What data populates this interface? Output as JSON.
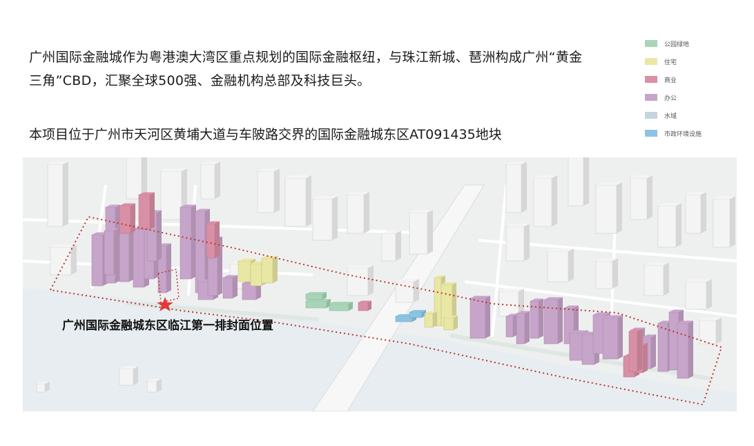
{
  "intro_text": "广州国际金融城作为粤港澳大湾区重点规划的国际金融枢纽，与珠江新城、琶洲构成广州“黄金三角”CBD，汇聚全球500强、金融机构总部及科技巨头。",
  "location_text": "本项目位于广州市天河区黄埔大道与车陂路交界的国际金融城东区AT091435地块",
  "legend": [
    {
      "label": "公园绿地",
      "color": "#a8d5b8"
    },
    {
      "label": "住宅",
      "color": "#e9e7a4"
    },
    {
      "label": "商业",
      "color": "#d98fa6"
    },
    {
      "label": "办公",
      "color": "#c7a4c9"
    },
    {
      "label": "水域",
      "color": "#c5d5de"
    },
    {
      "label": "市政环境设施",
      "color": "#8cc3e3"
    }
  ],
  "map": {
    "caption": "广州国际金融城东区临江第一排封面位置",
    "marker_icon": "star-icon",
    "boundary_color": "#c0302a",
    "river_color": "#e7edf0",
    "ground_color": "#eef0f0"
  }
}
